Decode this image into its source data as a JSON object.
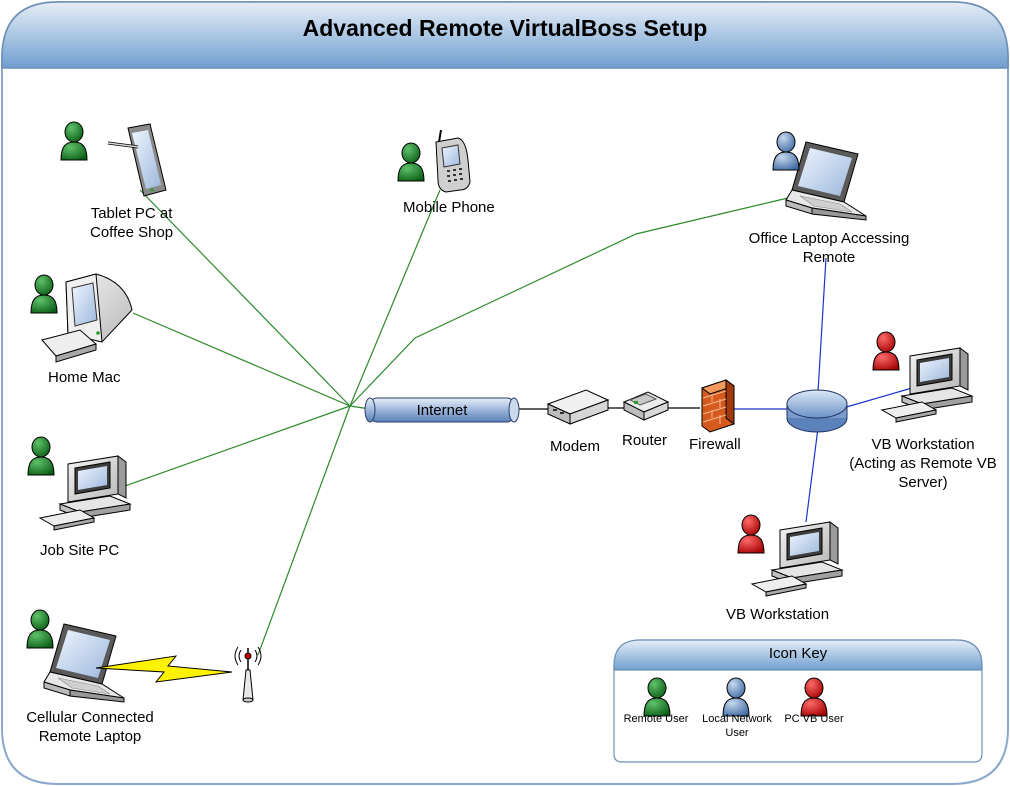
{
  "title": "Advanced Remote VirtualBoss Setup",
  "colors": {
    "header_blue": "#6f9fcf",
    "remote_user": "#0f7a1e",
    "local_user": "#5c8cc2",
    "pc_vb_user": "#e00000",
    "internet_links": "#2b8a2b",
    "lan_links": "#1a33cc"
  },
  "nodes": {
    "tablet": "Tablet PC at\nCoffee Shop",
    "mobile": "Mobile Phone",
    "office_laptop": "Office Laptop Accessing\nRemote",
    "home_mac": "Home Mac",
    "internet": "Internet",
    "modem": "Modem",
    "router": "Router",
    "firewall": "Firewall",
    "vb_server": "VB  Workstation\n(Acting as Remote VB\nServer)",
    "job_site": "Job Site PC",
    "vb_workstation": "VB Workstation",
    "cell_laptop": "Cellular Connected\nRemote Laptop"
  },
  "icon_key": {
    "title": "Icon Key",
    "remote_user": "Remote User",
    "local_user": "Local Network\nUser",
    "pc_vb_user": "PC VB User"
  }
}
